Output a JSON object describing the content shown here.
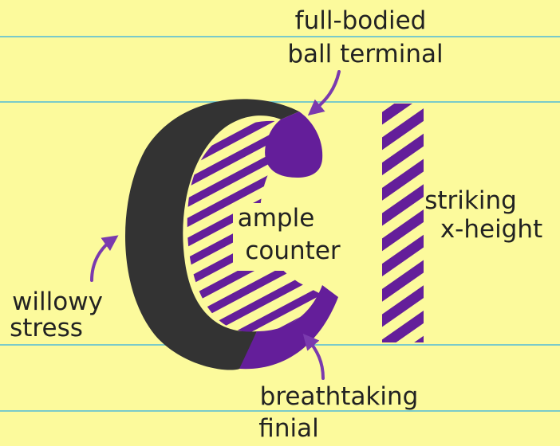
{
  "colors": {
    "background": "#fcfa9c",
    "guide_line": "#4fb9d8",
    "purple": "#641e9a",
    "dark": "#333333"
  },
  "labels": {
    "ball_terminal": [
      "full-bodied",
      "ball terminal"
    ],
    "x_height": [
      "striking",
      "x-height"
    ],
    "stress": [
      "willowy",
      "stress"
    ],
    "counter": [
      "ample",
      "counter"
    ],
    "finial": [
      "breathtaking",
      "finial"
    ]
  }
}
